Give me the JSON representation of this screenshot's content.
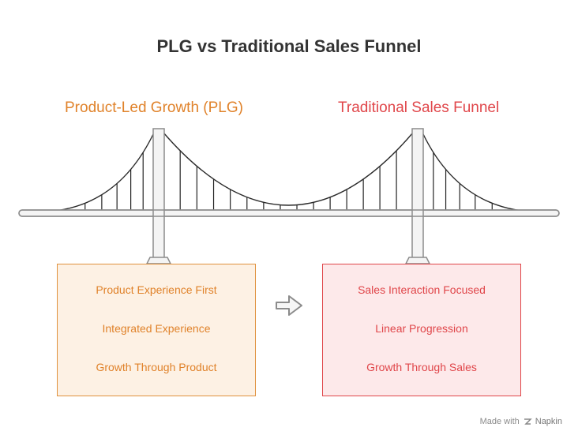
{
  "title": "PLG vs Traditional Sales Funnel",
  "left": {
    "label": "Product-Led Growth (PLG)",
    "color": "#e0822a",
    "items": [
      "Product Experience First",
      "Integrated Experience",
      "Growth Through Product"
    ]
  },
  "right": {
    "label": "Traditional Sales Funnel",
    "color": "#e0464a",
    "items": [
      "Sales Interaction Focused",
      "Linear Progression",
      "Growth Through Sales"
    ]
  },
  "footer": {
    "made_with": "Made with",
    "brand": "Napkin"
  },
  "icons": {
    "arrow": "right-arrow-icon",
    "bridge": "suspension-bridge-icon",
    "logo": "napkin-logo-icon"
  }
}
